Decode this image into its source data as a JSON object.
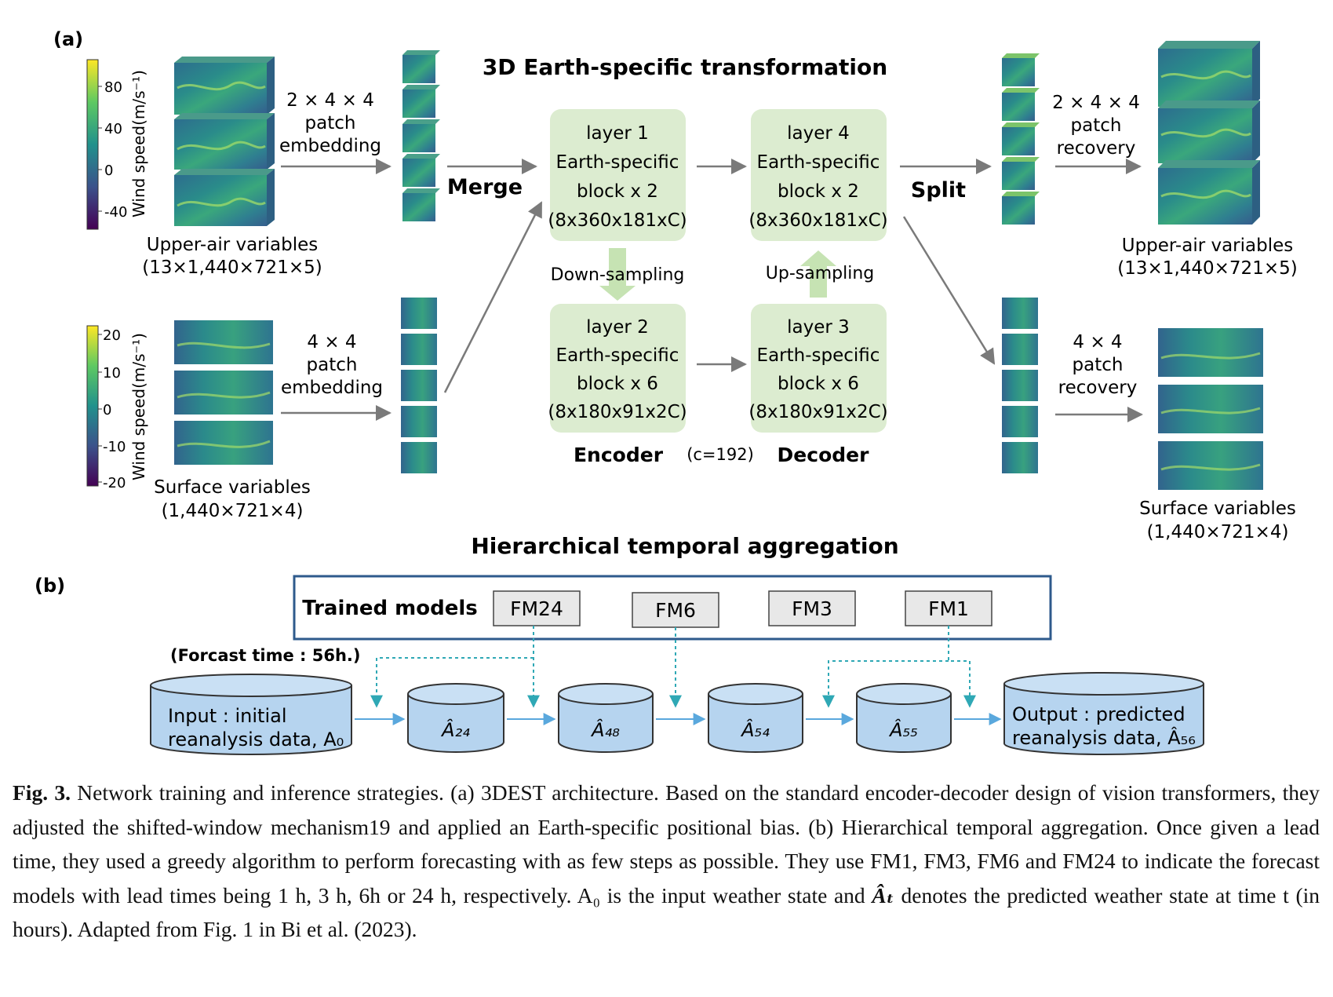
{
  "panel_a": {
    "label": "(a)",
    "title": "3D Earth-specific transformation",
    "colorbar_upper": {
      "label": "Wind speed(m/s⁻¹)",
      "ticks": [
        "80",
        "40",
        "0",
        "-40"
      ]
    },
    "colorbar_surface": {
      "label": "Wind speed(m/s⁻¹)",
      "ticks": [
        "20",
        "10",
        "0",
        "-10",
        "-20"
      ]
    },
    "upper_in": {
      "name": "Upper-air variables",
      "shape": "(13×1,440×721×5)"
    },
    "surface_in": {
      "name": "Surface variables",
      "shape": "(1,440×721×4)"
    },
    "upper_out": {
      "name": "Upper-air variables",
      "shape": "(13×1,440×721×5)"
    },
    "surface_out": {
      "name": "Surface variables",
      "shape": "(1,440×721×4)"
    },
    "embed_upper": [
      "2 × 4 × 4",
      "patch",
      "embedding"
    ],
    "embed_surface": [
      "4 × 4",
      "patch",
      "embedding"
    ],
    "recover_upper": [
      "2 × 4 × 4",
      "patch",
      "recovery"
    ],
    "recover_surface": [
      "4 × 4",
      "patch",
      "recovery"
    ],
    "merge": "Merge",
    "split": "Split",
    "layers": [
      {
        "lines": [
          "layer 1",
          "Earth-specific",
          "block x 2",
          "(8x360x181xC)"
        ]
      },
      {
        "lines": [
          "layer 2",
          "Earth-specific",
          "block x 6",
          "(8x180x91x2C)"
        ]
      },
      {
        "lines": [
          "layer 3",
          "Earth-specific",
          "block x 6",
          "(8x180x91x2C)"
        ]
      },
      {
        "lines": [
          "layer 4",
          "Earth-specific",
          "block x 2",
          "(8x360x181xC)"
        ]
      }
    ],
    "down": "Down-sampling",
    "up": "Up-sampling",
    "encoder": "Encoder",
    "decoder": "Decoder",
    "c_note": "(c=192)"
  },
  "panel_b": {
    "label": "(b)",
    "title": "Hierarchical temporal aggregation",
    "trained_models": "Trained models",
    "models": [
      "FM24",
      "FM6",
      "FM3",
      "FM1"
    ],
    "forecast_time": "(Forcast time : 56h.)",
    "input": [
      "Input : initial",
      "reanalysis data, A₀"
    ],
    "output": [
      "Output : predicted",
      "reanalysis data, Â₅₆"
    ],
    "steps": [
      "Â₂₄",
      "Â₄₈",
      "Â₅₄",
      "Â₅₅"
    ]
  },
  "caption": {
    "fig_label": "Fig. 3.",
    "part1": " Network training and inference strategies. (a) 3DEST architecture. Based on the standard encoder-decoder design of vision transformers, they adjusted the shifted-window mechanism19 and applied an Earth-specific positional bias. (b) Hierarchical temporal aggregation. Once given a lead time, they used a greedy algorithm to perform forecasting with as few steps as possible. They use FM1, FM3, FM6 and FM24 to indicate the forecast models with lead times being 1 h, 3 h, 6h or 24 h, respectively. A₀ is the input weather state and ",
    "ahat_t": "Âₜ",
    "part2": " denotes the predicted weather state at time t (in hours). Adapted from Fig. 1 in Bi et al. (2023)."
  }
}
